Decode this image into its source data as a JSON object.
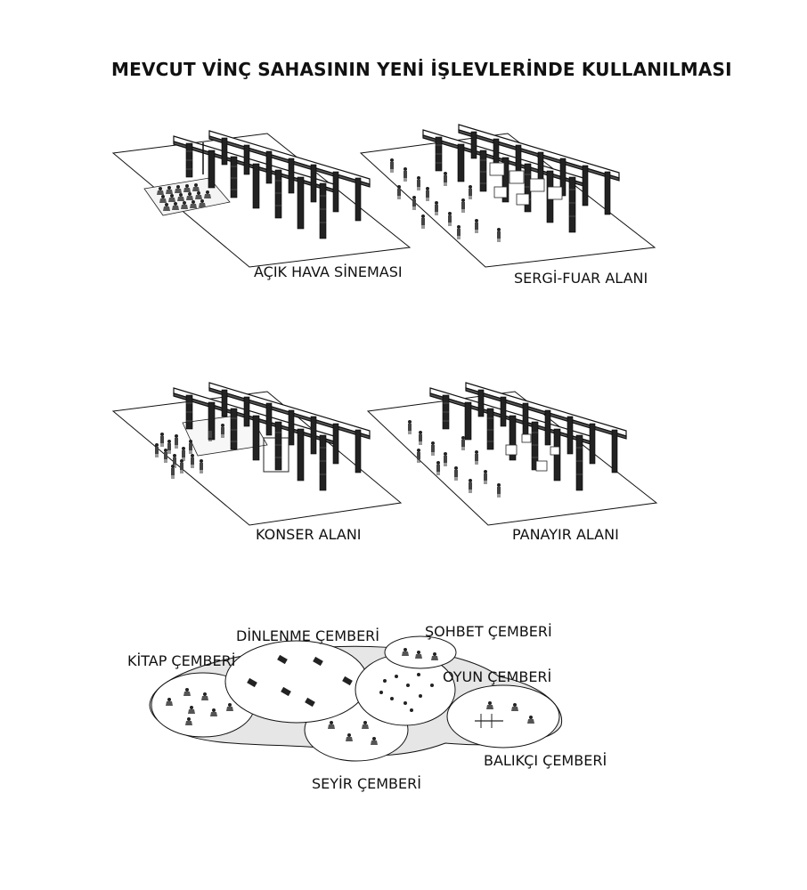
{
  "title": "MEVCUT VİNÇ SAHASININ YENİ İŞLEVLERİNDE KULLANILMASI",
  "scenarios": [
    {
      "label": "AÇIK HAVA SİNEMASI"
    },
    {
      "label": "SERGİ-FUAR ALANI"
    },
    {
      "label": "KONSER ALANI"
    },
    {
      "label": "PANAYIR ALANI"
    }
  ],
  "circles": {
    "kitap": "KİTAP ÇEMBERİ",
    "dinlenme": "DİNLENME ÇEMBERİ",
    "sohbet": "ŞOHBET ÇEMBERİ",
    "oyun": "OYUN ÇEMBERİ",
    "balikci": "BALIKÇI ÇEMBERİ",
    "seyir": "SEYİR ÇEMBERİ"
  }
}
